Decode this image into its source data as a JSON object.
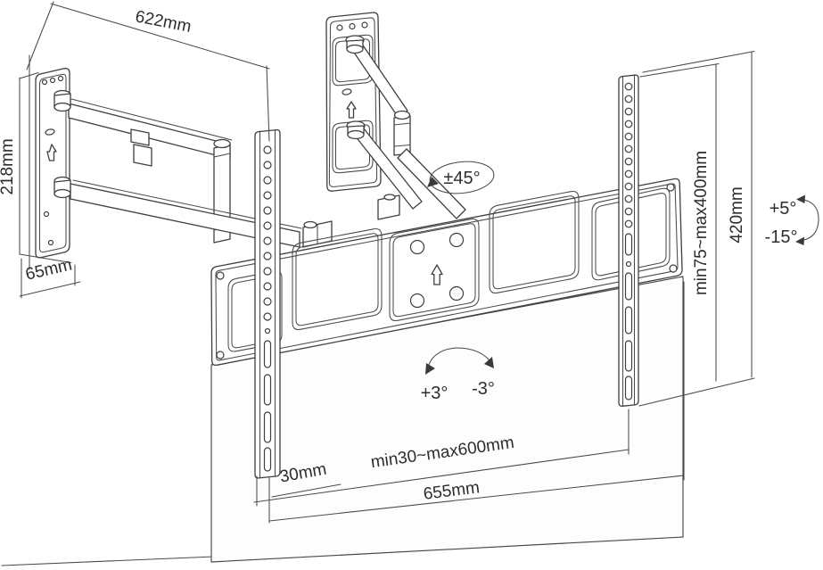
{
  "diagram": {
    "title": "tv-wall-mount-dimension-drawing",
    "labels": {
      "arm_extension": "622mm",
      "wall_plate_height": "218mm",
      "folded_depth": "65mm",
      "swivel": "±45°",
      "level_left": "+3°",
      "level_right": "-3°",
      "rail_offset": "30mm",
      "rail_spacing": "min30~max600mm",
      "bracket_width": "655mm",
      "vesa_range": "min75~max400mm",
      "rail_length": "420mm",
      "tilt_up": "+5°",
      "tilt_down": "-15°"
    },
    "colors": {
      "line": "#3f3f3f",
      "text": "#2d2d2d",
      "background": "#ffffff"
    }
  }
}
